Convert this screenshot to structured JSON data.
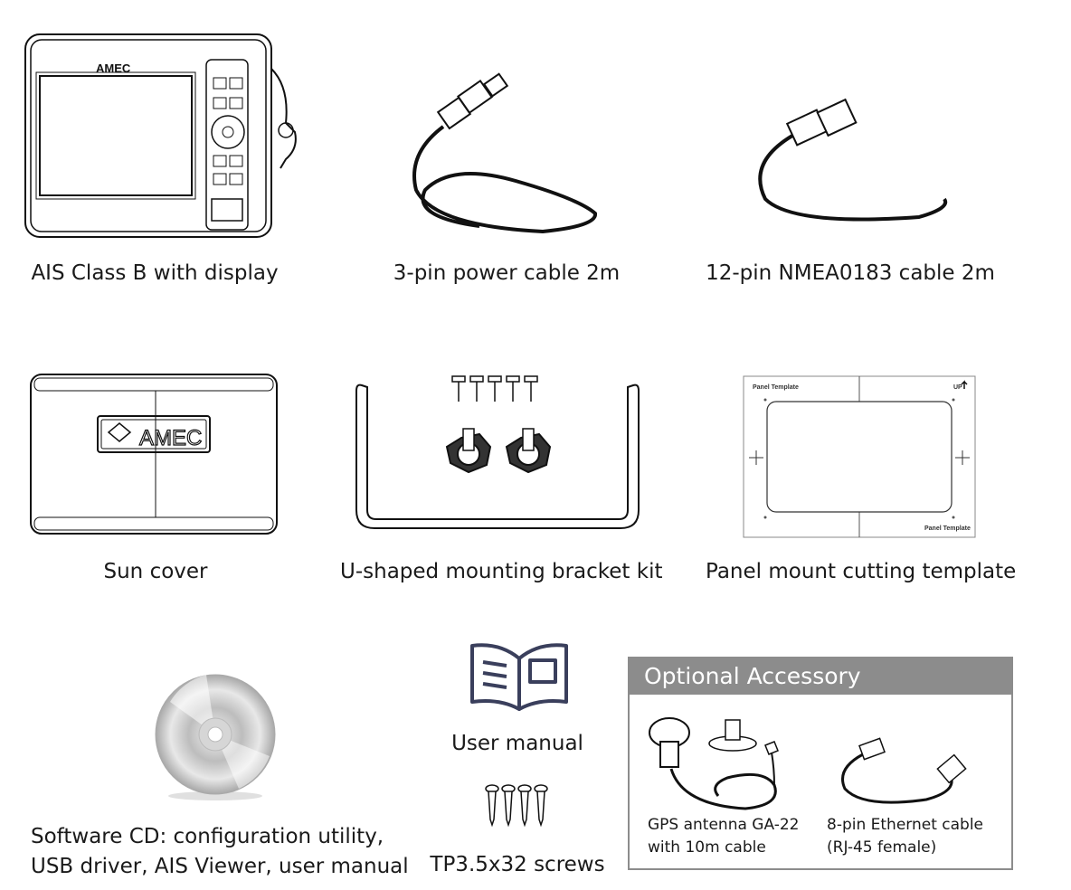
{
  "items": {
    "ais_device": {
      "caption": "AIS Class B with display",
      "brand": "AMEC"
    },
    "power_cable": {
      "caption": "3-pin power cable 2m"
    },
    "nmea_cable": {
      "caption": "12-pin NMEA0183 cable 2m"
    },
    "sun_cover": {
      "caption": "Sun cover",
      "brand": "AMEC"
    },
    "bracket_kit": {
      "caption": "U-shaped mounting bracket kit"
    },
    "panel_template": {
      "caption": "Panel mount cutting template",
      "label_top": "Panel Template",
      "label_bottom": "Panel Template",
      "up_label": "UP"
    },
    "software_cd": {
      "caption_line1": "Software CD: configuration utility,",
      "caption_line2": "USB driver, AIS Viewer, user manual"
    },
    "user_manual": {
      "caption": "User manual"
    },
    "screws": {
      "caption": "TP3.5x32 screws"
    }
  },
  "optional": {
    "title": "Optional Accessory",
    "gps": {
      "line1": "GPS antenna GA-22",
      "line2": "with 10m cable"
    },
    "ethernet": {
      "line1": "8-pin Ethernet cable",
      "line2": "(RJ-45 female)"
    }
  },
  "colors": {
    "optional_header": "#8c8c8c",
    "manual_icon": "#3a3f5c"
  }
}
